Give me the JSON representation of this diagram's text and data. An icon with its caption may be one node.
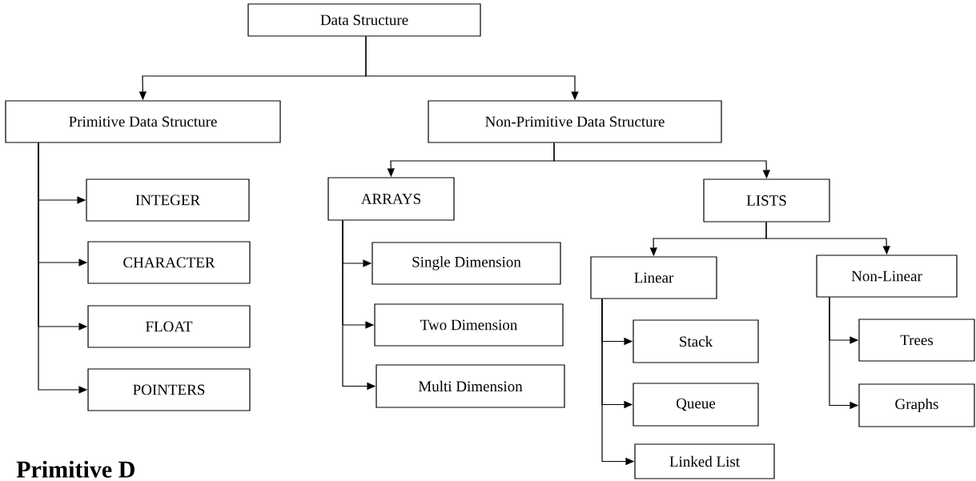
{
  "diagram": {
    "nodes": [
      {
        "text": [
          "Data Structure"
        ]
      },
      {
        "text": [
          "Primitive Data Structure"
        ]
      },
      {
        "text": [
          "Non-Primitive Data Structure"
        ]
      },
      {
        "text": [
          "INTEGER"
        ]
      },
      {
        "text": [
          "CHARACTER"
        ]
      },
      {
        "text": [
          "FLOAT"
        ]
      },
      {
        "text": [
          "POINTERS"
        ]
      },
      {
        "text": [
          "ARRAYS"
        ]
      },
      {
        "text": [
          "LISTS"
        ]
      },
      {
        "text": [
          "Single Dimension"
        ]
      },
      {
        "text": [
          "Two Dimension"
        ]
      },
      {
        "text": [
          "Multi Dimension"
        ]
      },
      {
        "text": [
          "Linear"
        ]
      },
      {
        "text": [
          "Non-Linear"
        ]
      },
      {
        "text": [
          "Stack"
        ]
      },
      {
        "text": [
          "Queue"
        ]
      },
      {
        "text": [
          "Linked List"
        ]
      },
      {
        "text": [
          "Trees"
        ]
      },
      {
        "text": [
          "Graphs"
        ]
      }
    ],
    "edges": [
      {
        "from": 0,
        "to": 1,
        "arrow": "to"
      },
      {
        "from": 0,
        "to": 2,
        "arrow": "to"
      },
      {
        "from": 1,
        "to": 3,
        "arrow": "to"
      },
      {
        "from": 1,
        "to": 4,
        "arrow": "to"
      },
      {
        "from": 1,
        "to": 5,
        "arrow": "to"
      },
      {
        "from": 1,
        "to": 6,
        "arrow": "to"
      },
      {
        "from": 2,
        "to": 7,
        "arrow": "to"
      },
      {
        "from": 2,
        "to": 8,
        "arrow": "to"
      },
      {
        "from": 7,
        "to": 9,
        "arrow": "to"
      },
      {
        "from": 7,
        "to": 10,
        "arrow": "to"
      },
      {
        "from": 7,
        "to": 11,
        "arrow": "to"
      },
      {
        "from": 8,
        "to": 12,
        "arrow": "to"
      },
      {
        "from": 8,
        "to": 13,
        "arrow": "to"
      },
      {
        "from": 12,
        "to": 14,
        "arrow": "to"
      },
      {
        "from": 12,
        "to": 15,
        "arrow": "to"
      },
      {
        "from": 12,
        "to": 16,
        "arrow": "to"
      },
      {
        "from": 13,
        "to": 17,
        "arrow": "to"
      },
      {
        "from": 13,
        "to": 18,
        "arrow": "to"
      }
    ],
    "labels": [
      "Primitive D"
    ]
  }
}
